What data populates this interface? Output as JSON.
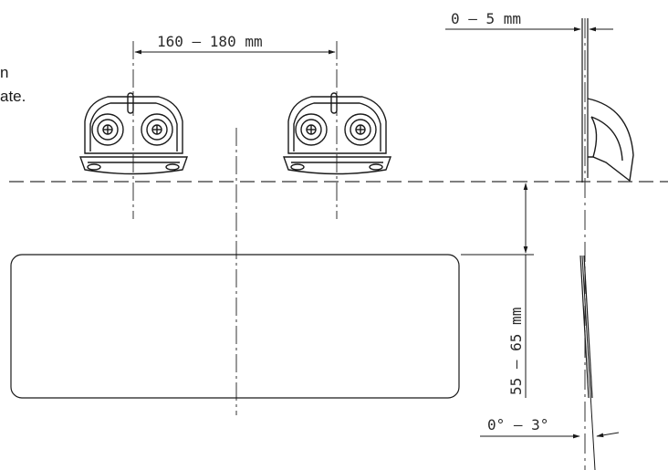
{
  "caption": {
    "line1": "n",
    "line2": "ate."
  },
  "dimensions": {
    "lamp_spacing": "160  –  180 mm",
    "top_offset": "0  –  5 mm",
    "vertical_offset": "55  –  65 mm",
    "tilt": "0°  –  3°"
  },
  "colors": {
    "stroke": "#1a1a1a",
    "dash": "#333333"
  }
}
